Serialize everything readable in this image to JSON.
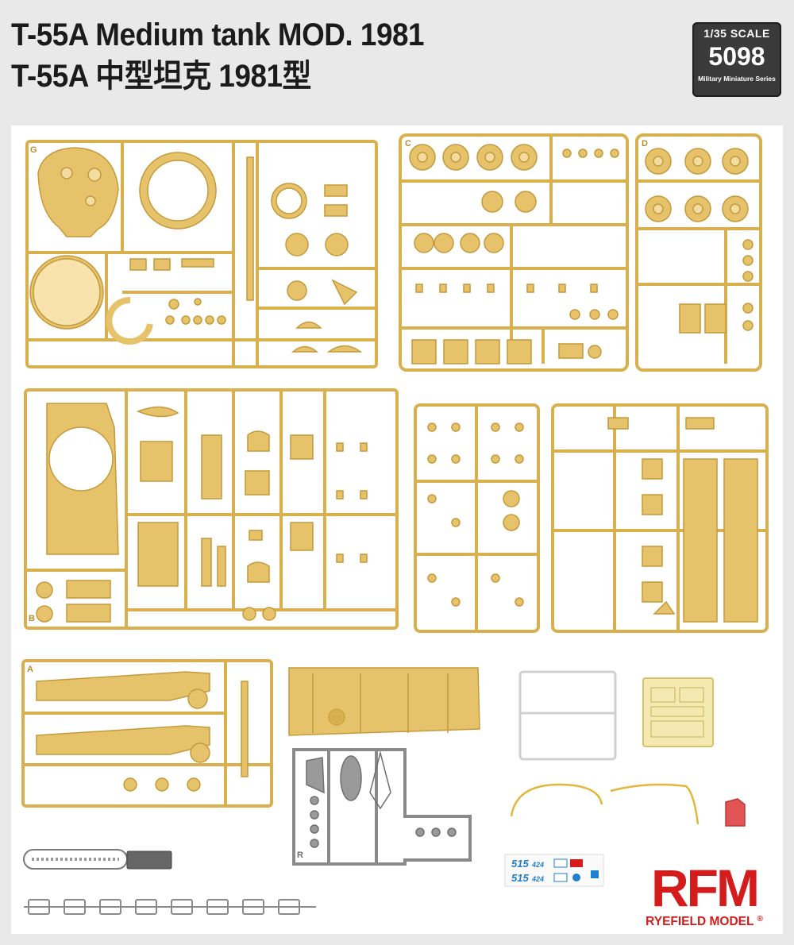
{
  "header": {
    "title_en": "T-55A Medium tank MOD. 1981",
    "title_cn": "T-55A 中型坦克 1981型"
  },
  "badge": {
    "scale": "1/35 SCALE",
    "code": "5098",
    "series": "Military Miniature Series"
  },
  "sprues": {
    "labels": [
      "G",
      "C",
      "D",
      "B",
      "A",
      "R"
    ]
  },
  "decals": {
    "num_a": "515",
    "num_b": "424"
  },
  "logo": {
    "mark": "RFM",
    "brand": "RYEFIELD MODEL",
    "registered": "®"
  },
  "colors": {
    "background": "#e9e9e9",
    "plastic_tan": "#e6c36a",
    "plastic_grey": "#8a8a8a",
    "photo_etch": "#f1e6a8",
    "brand_red": "#d41c1c",
    "decal_blue": "#1f7fd0"
  }
}
